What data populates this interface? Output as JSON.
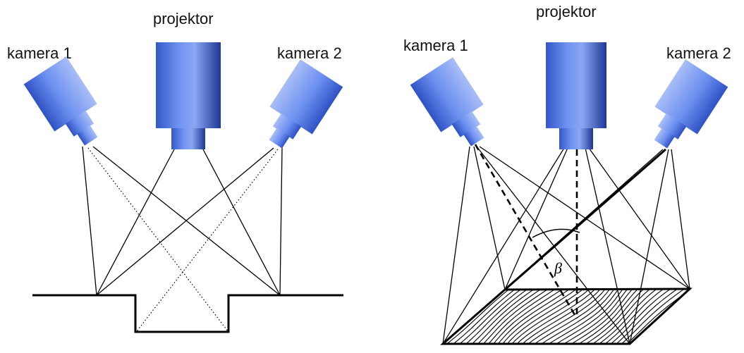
{
  "left_diagram": {
    "projector_label": "projektor",
    "camera1_label": "kamera 1",
    "camera2_label": "kamera 2"
  },
  "right_diagram": {
    "projector_label": "projektor",
    "camera1_label": "kamera 1",
    "camera2_label": "kamera 2",
    "angle_symbol": "β"
  },
  "colors": {
    "device_dark": "#1f3a8a",
    "device_mid": "#4f78e6",
    "device_light": "#9fb6f4",
    "line": "#000000"
  },
  "icons": [
    "projector-icon",
    "camera-icon"
  ]
}
